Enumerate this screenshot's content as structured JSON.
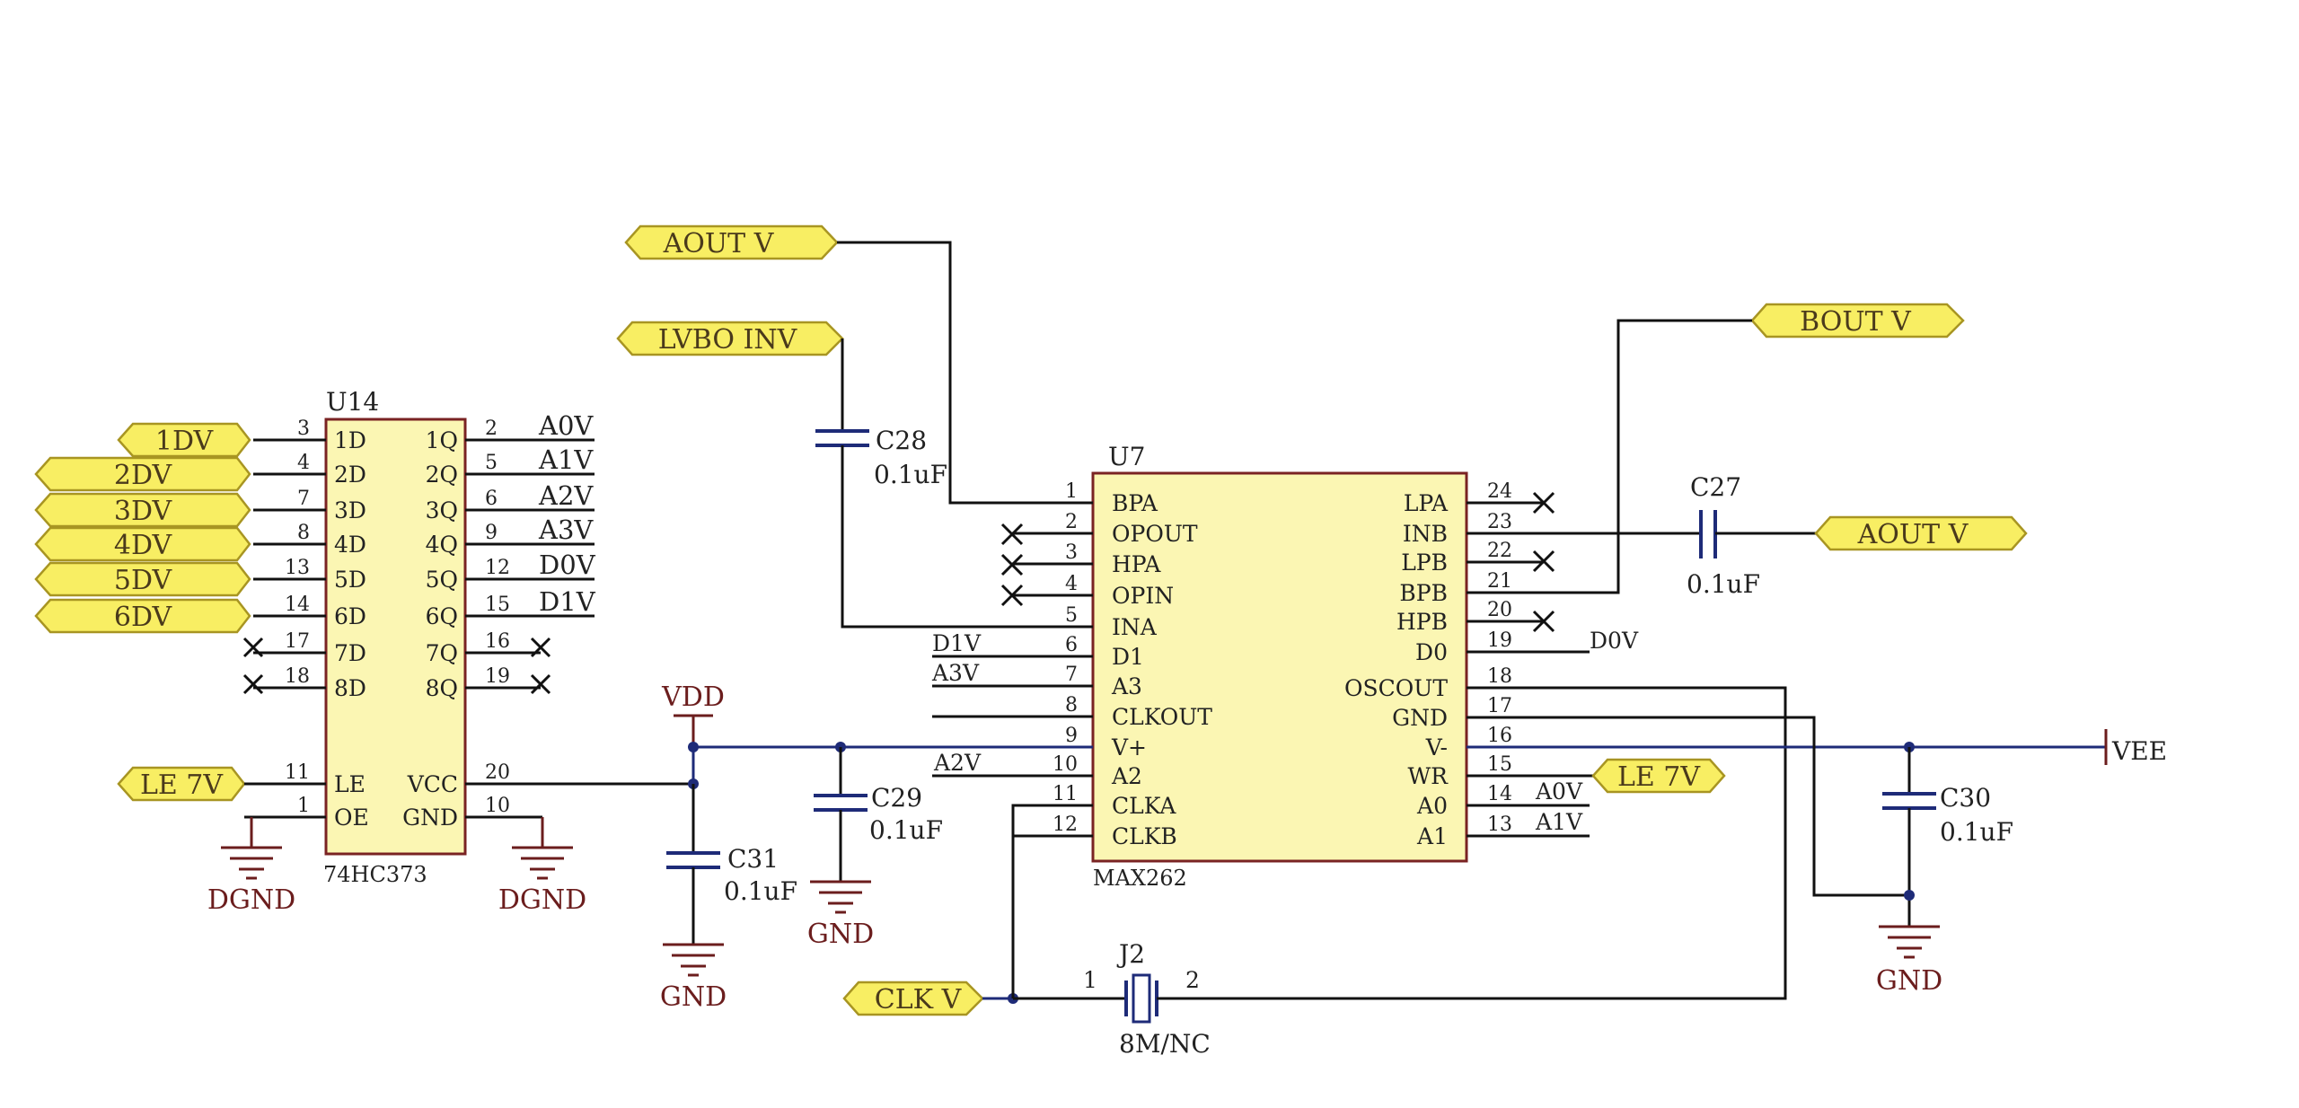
{
  "u14": {
    "ref": "U14",
    "part": "74HC373",
    "left_pins": [
      {
        "num": "3",
        "name": "1D"
      },
      {
        "num": "4",
        "name": "2D"
      },
      {
        "num": "7",
        "name": "3D"
      },
      {
        "num": "8",
        "name": "4D"
      },
      {
        "num": "13",
        "name": "5D"
      },
      {
        "num": "14",
        "name": "6D"
      },
      {
        "num": "17",
        "name": "7D"
      },
      {
        "num": "18",
        "name": "8D"
      },
      {
        "num": "11",
        "name": "LE"
      },
      {
        "num": "1",
        "name": "OE"
      }
    ],
    "right_pins": [
      {
        "num": "2",
        "name": "1Q"
      },
      {
        "num": "5",
        "name": "2Q"
      },
      {
        "num": "6",
        "name": "3Q"
      },
      {
        "num": "9",
        "name": "4Q"
      },
      {
        "num": "12",
        "name": "5Q"
      },
      {
        "num": "15",
        "name": "6Q"
      },
      {
        "num": "16",
        "name": "7Q"
      },
      {
        "num": "19",
        "name": "8Q"
      },
      {
        "num": "20",
        "name": "VCC"
      },
      {
        "num": "10",
        "name": "GND"
      }
    ],
    "right_nets": [
      "A0V",
      "A1V",
      "A2V",
      "A3V",
      "D0V",
      "D1V"
    ],
    "left_ports": [
      "1DV",
      "2DV",
      "3DV",
      "4DV",
      "5DV",
      "6DV"
    ],
    "le_port": "LE 7V",
    "dgnd_left": "DGND",
    "dgnd_right": "DGND"
  },
  "u7": {
    "ref": "U7",
    "part": "MAX262",
    "left_pins": [
      {
        "num": "1",
        "name": "BPA"
      },
      {
        "num": "2",
        "name": "OPOUT"
      },
      {
        "num": "3",
        "name": "HPA"
      },
      {
        "num": "4",
        "name": "OPIN"
      },
      {
        "num": "5",
        "name": "INA"
      },
      {
        "num": "6",
        "name": "D1"
      },
      {
        "num": "7",
        "name": "A3"
      },
      {
        "num": "8",
        "name": "CLKOUT"
      },
      {
        "num": "9",
        "name": "V+"
      },
      {
        "num": "10",
        "name": "A2"
      },
      {
        "num": "11",
        "name": "CLKA"
      },
      {
        "num": "12",
        "name": "CLKB"
      }
    ],
    "right_pins": [
      {
        "num": "24",
        "name": "LPA"
      },
      {
        "num": "23",
        "name": "INB"
      },
      {
        "num": "22",
        "name": "LPB"
      },
      {
        "num": "21",
        "name": "BPB"
      },
      {
        "num": "20",
        "name": "HPB"
      },
      {
        "num": "19",
        "name": "D0"
      },
      {
        "num": "18",
        "name": "OSCOUT"
      },
      {
        "num": "17",
        "name": "GND"
      },
      {
        "num": "16",
        "name": "V-"
      },
      {
        "num": "15",
        "name": "WR"
      },
      {
        "num": "14",
        "name": "A0"
      },
      {
        "num": "13",
        "name": "A1"
      }
    ],
    "left_nets": {
      "d1": "D1V",
      "a3": "A3V",
      "a2": "A2V"
    },
    "right_nets": {
      "d0": "D0V",
      "a0": "A0V",
      "a1": "A1V"
    },
    "wr_port": "LE 7V"
  },
  "ports": {
    "aout_top": "AOUT V",
    "lvbo": "LVBO INV",
    "bout": "BOUT V",
    "aout_right": "AOUT V",
    "clk": "CLK V"
  },
  "caps": {
    "c28": {
      "ref": "C28",
      "value": "0.1uF"
    },
    "c27": {
      "ref": "C27",
      "value": "0.1uF"
    },
    "c29": {
      "ref": "C29",
      "value": "0.1uF"
    },
    "c31": {
      "ref": "C31",
      "value": "0.1uF"
    },
    "c30": {
      "ref": "C30",
      "value": "0.1uF"
    }
  },
  "crystal": {
    "ref": "J2",
    "value": "8M/NC",
    "pin1": "1",
    "pin2": "2"
  },
  "power": {
    "vdd": "VDD",
    "vee": "VEE",
    "gnd1": "GND",
    "gnd2": "GND",
    "gnd3": "GND"
  },
  "colors": {
    "chip_fill": "#fbf6b3",
    "chip_border": "#7a2323",
    "port_fill": "#f8ee63",
    "net_wire": "#1e2b78",
    "ground": "#6b1d1d"
  }
}
